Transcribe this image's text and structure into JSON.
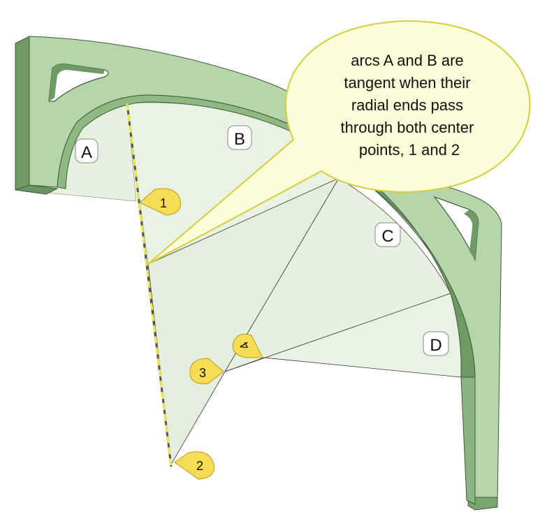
{
  "callout": {
    "lines": [
      "arcs A and B are",
      "tangent when their",
      "radial ends pass",
      "through both center",
      "points, 1 and 2"
    ]
  },
  "region_labels": {
    "a": "A",
    "b": "B",
    "c": "C",
    "d": "D"
  },
  "point_markers": {
    "p1": "1",
    "p2": "2",
    "p3": "3",
    "p4": "4"
  },
  "colors": {
    "frame_face": "#b5d6aa",
    "frame_side": "#6f9a66",
    "frame_inner": "#97c08b",
    "region_fill": "#e6f1e0",
    "marker_fill": "#f6dd55",
    "callout_fill": "#fdfcd8",
    "callout_stroke": "#d6ce3a",
    "tangent_line": "#f0e848"
  }
}
